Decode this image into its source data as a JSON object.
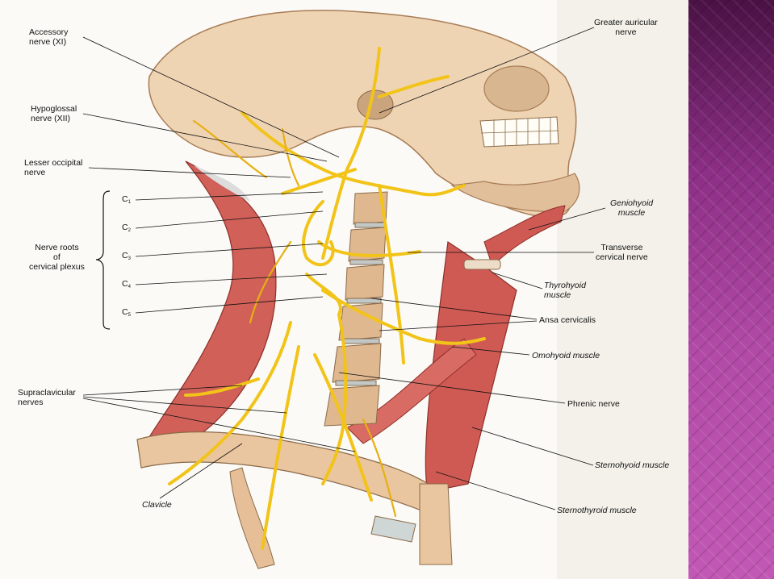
{
  "labels": {
    "accessory": "Accessory\nnerve (XI)",
    "hypoglossal": "Hypoglossal\nnerve (XII)",
    "lesser_occipital": "Lesser occipital\nnerve",
    "nerve_roots": "Nerve roots\nof\ncervical plexus",
    "supraclavicular": "Supraclavicular\nnerves",
    "clavicle": "Clavicle",
    "greater_auricular": "Greater auricular\nnerve",
    "geniohyoid": "Geniohyoid\nmuscle",
    "transverse_cervical": "Transverse\ncervical nerve",
    "thyrohyoid": "Thyrohyoid\nmuscle",
    "ansa_cervicalis": "Ansa cervicalis",
    "omohyoid": "Omohyoid muscle",
    "phrenic": "Phrenic nerve",
    "sternohyoid": "Sternohyoid muscle",
    "sternothyroid": "Sternothyroid muscle"
  },
  "roots": [
    {
      "letter": "C",
      "num": "1"
    },
    {
      "letter": "C",
      "num": "2"
    },
    {
      "letter": "C",
      "num": "3"
    },
    {
      "letter": "C",
      "num": "4"
    },
    {
      "letter": "C",
      "num": "5"
    }
  ],
  "colors": {
    "nerve": "#f2c419",
    "muscle": "#c9504a",
    "bone": "#e8c9a7",
    "sidebar": "#b14aa6"
  }
}
